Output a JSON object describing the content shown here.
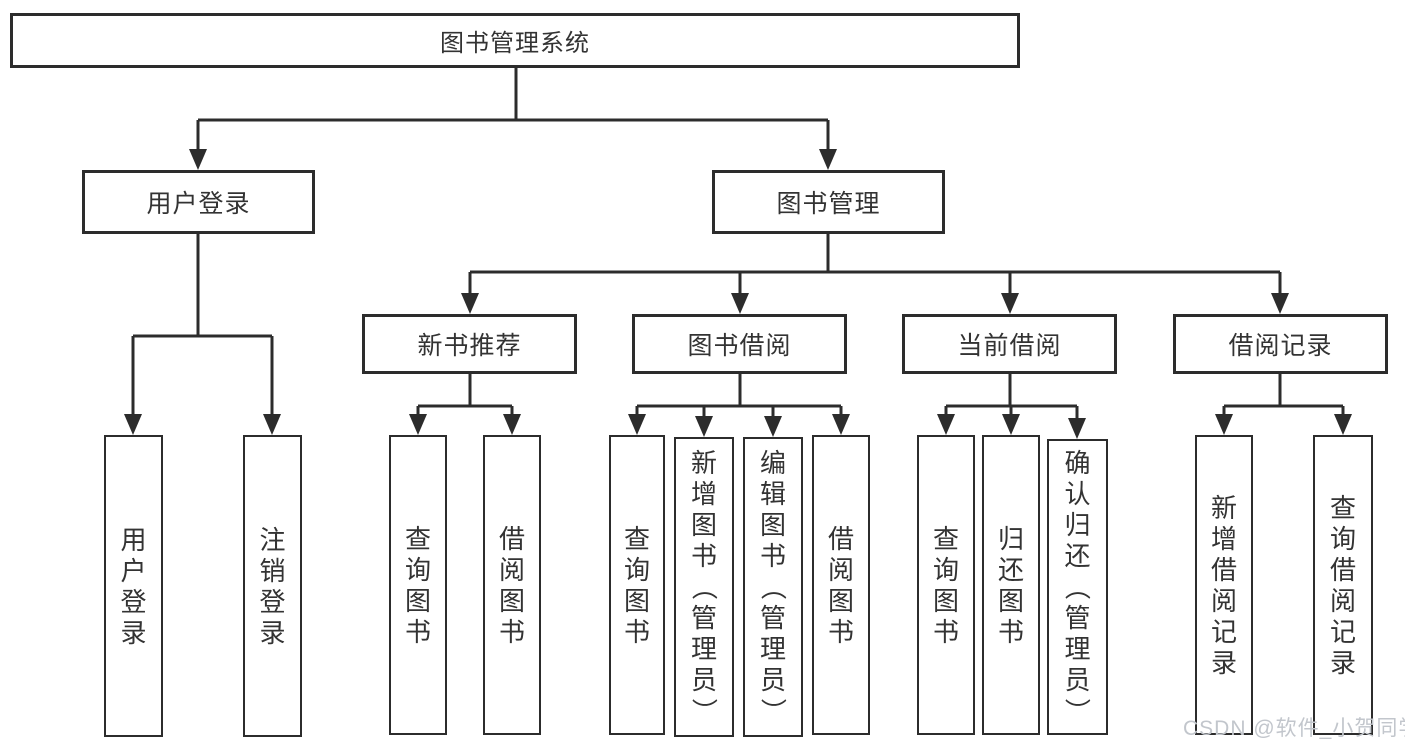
{
  "root_label": "图书管理系统",
  "watermark": "CSDN @软件_小贺同学",
  "branches": [
    {
      "label": "用户登录",
      "children": [
        "用户登录",
        "注销登录"
      ]
    },
    {
      "label": "图书管理",
      "groups": [
        {
          "label": "新书推荐",
          "children": [
            "查询图书",
            "借阅图书"
          ]
        },
        {
          "label": "图书借阅",
          "children": [
            "查询图书",
            "新增图书（管理员）",
            "编辑图书（管理员）",
            "借阅图书"
          ]
        },
        {
          "label": "当前借阅",
          "children": [
            "查询图书",
            "归还图书",
            "确认归还（管理员）"
          ]
        },
        {
          "label": "借阅记录",
          "children": [
            "新增借阅记录",
            "查询借阅记录"
          ]
        }
      ]
    }
  ],
  "colors": {
    "line": "#2c2c2c",
    "text": "#333333",
    "box_background": "#ffffff",
    "page_background": "#ffffff",
    "watermark": "#c2c6cc"
  }
}
